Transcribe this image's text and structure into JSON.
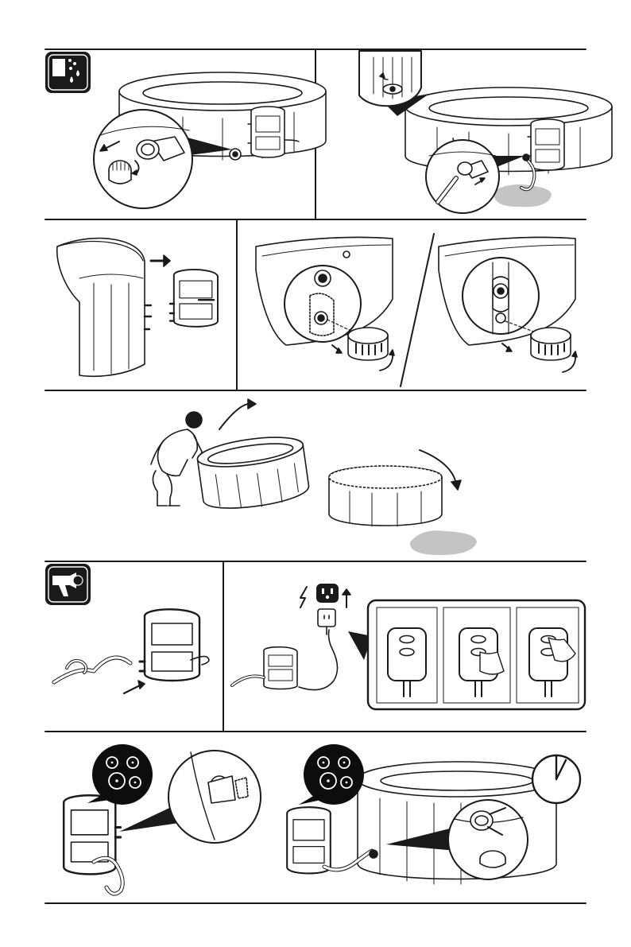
{
  "document": {
    "type": "instruction-manual-page",
    "panels": [
      {
        "id": "drain-spa",
        "icon": "water-drain-icon"
      },
      {
        "id": "drain-hose",
        "icon": ""
      },
      {
        "id": "detach-pump",
        "icon": ""
      },
      {
        "id": "remove-filters",
        "icon": ""
      },
      {
        "id": "tip-spa",
        "icon": ""
      },
      {
        "id": "dry-hose",
        "icon": "hair-dryer-icon"
      },
      {
        "id": "blow-dry-controls",
        "icon": "power-outlet-icon"
      },
      {
        "id": "reattach-air",
        "icon": ""
      },
      {
        "id": "inflate-spa",
        "icon": "timer-clock-icon"
      }
    ]
  },
  "colors": {
    "line": "#1a1a1a",
    "water": "#c4c4c4",
    "icon_bg": "#1a1a1a",
    "badge_bg": "#0d0d0d"
  }
}
